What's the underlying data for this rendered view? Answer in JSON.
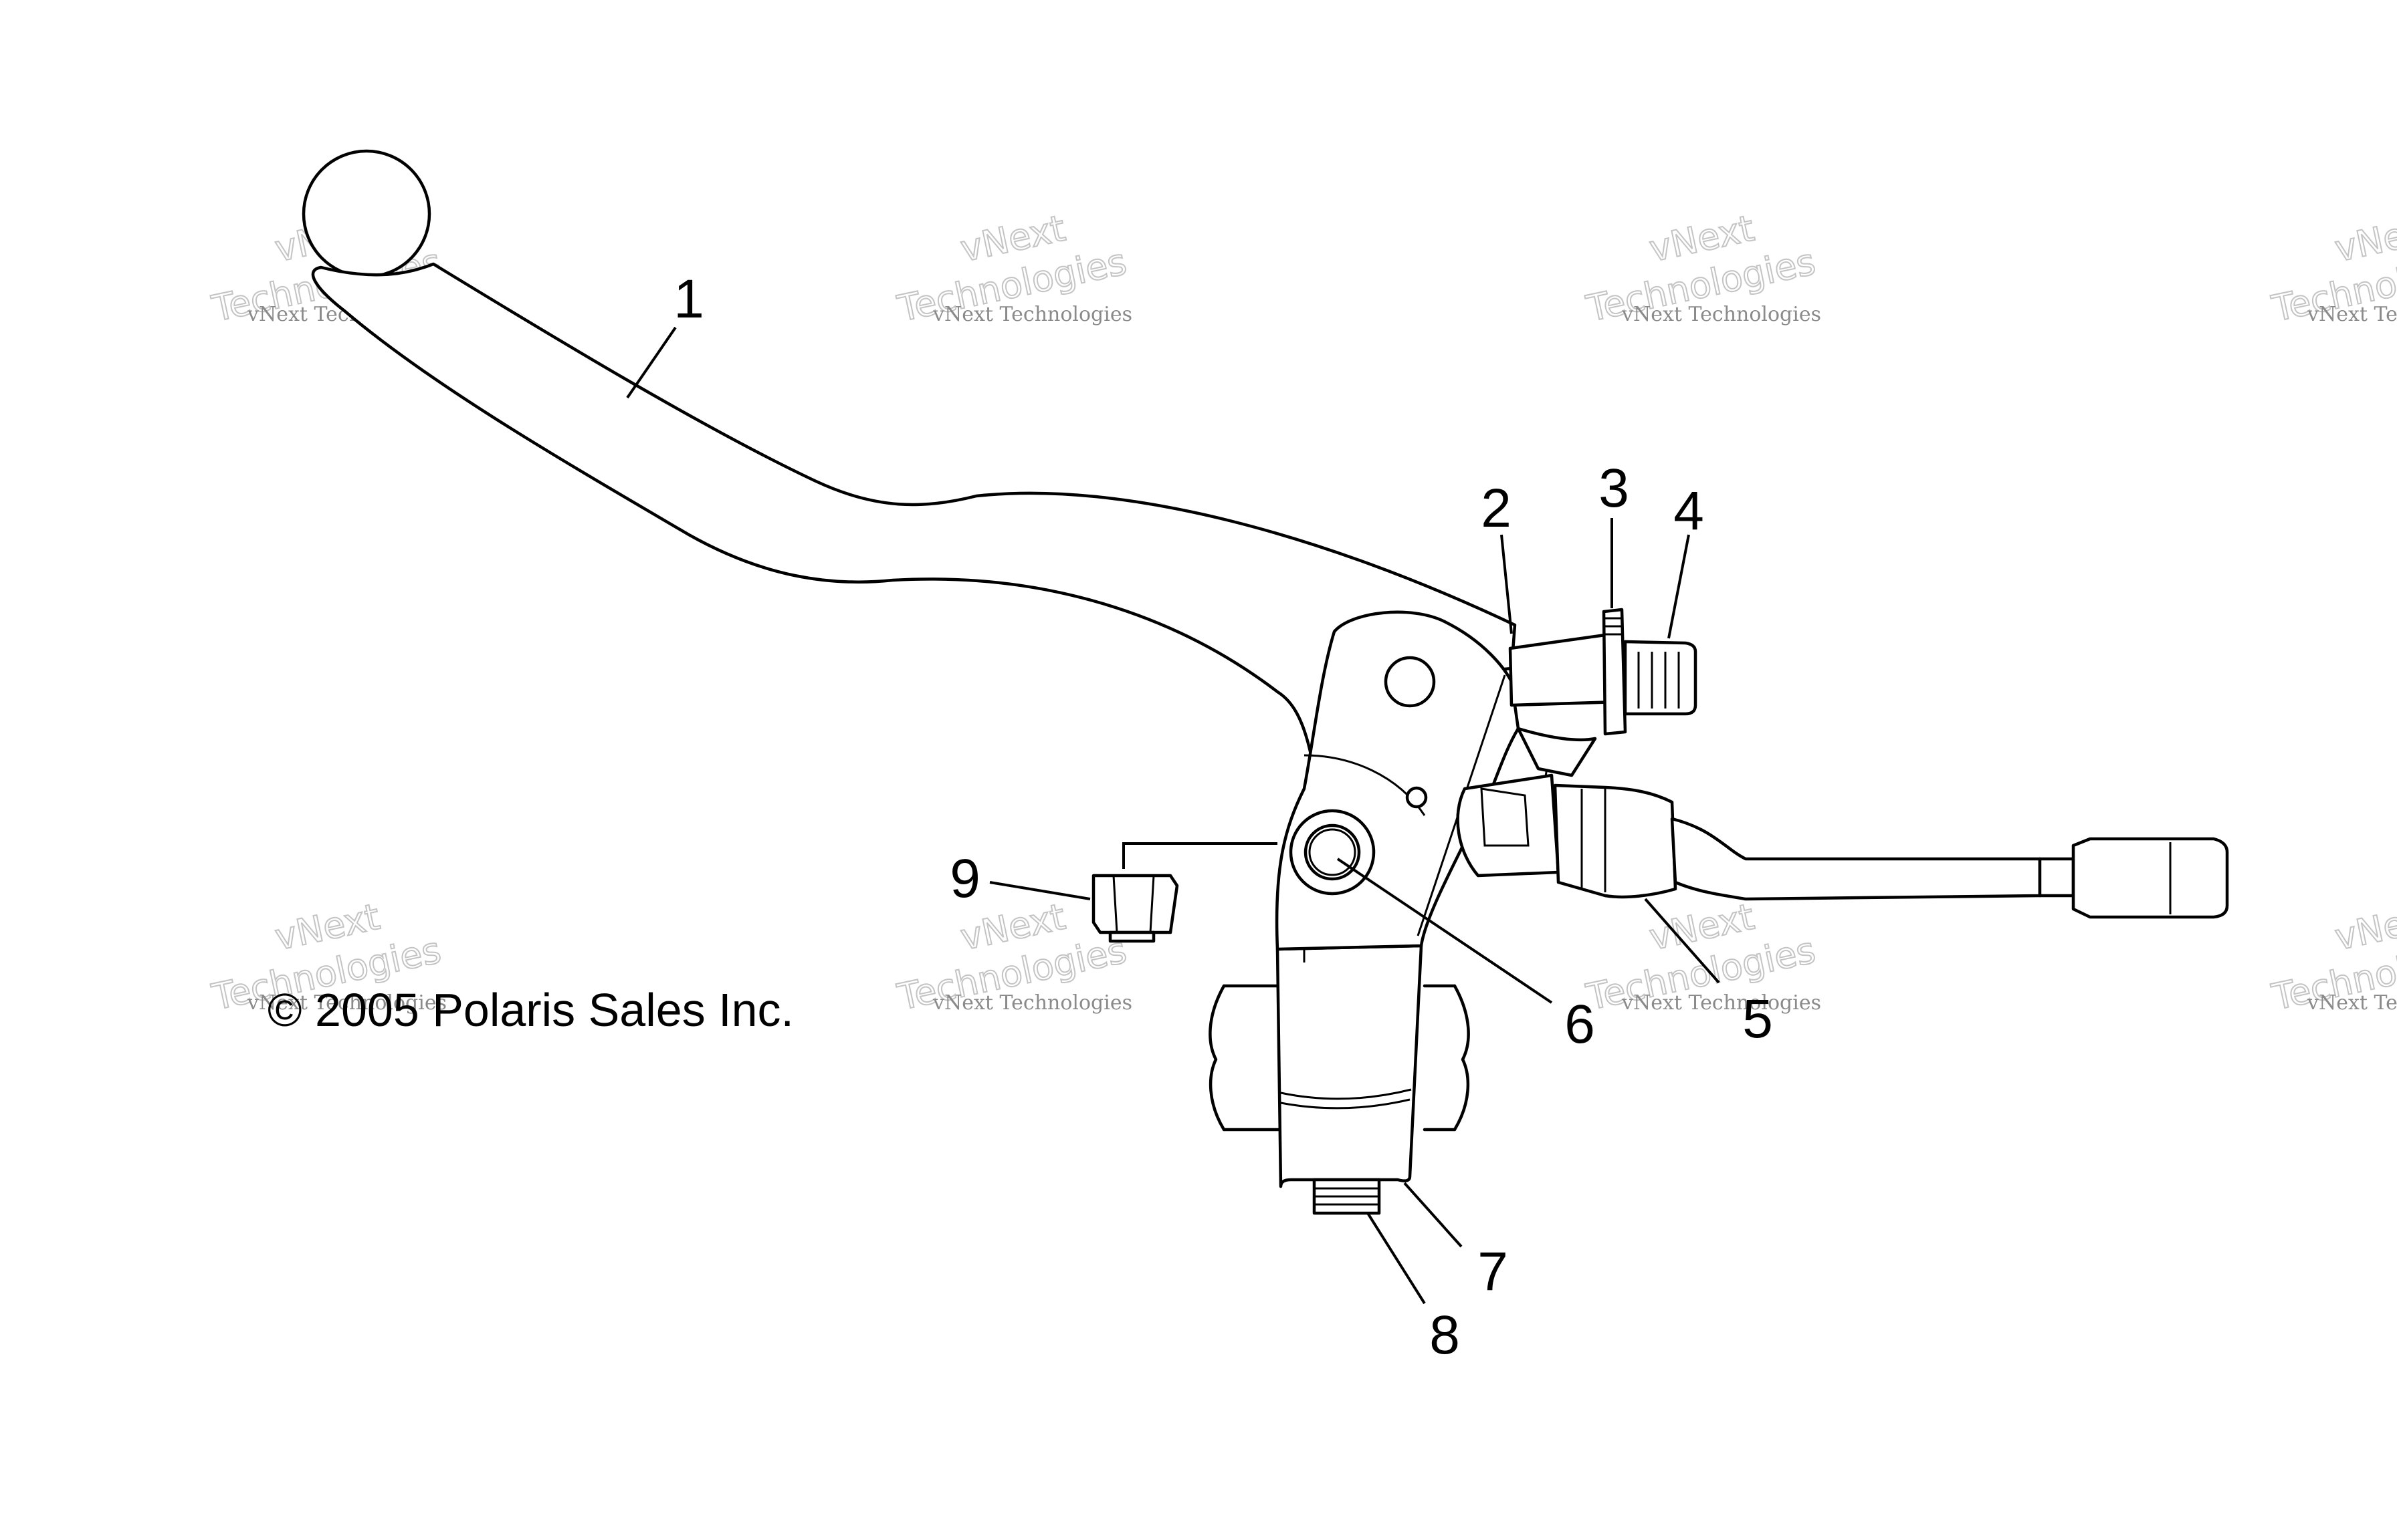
{
  "diagram": {
    "callouts": [
      {
        "id": "1",
        "label": "1"
      },
      {
        "id": "2",
        "label": "2"
      },
      {
        "id": "3",
        "label": "3"
      },
      {
        "id": "4",
        "label": "4"
      },
      {
        "id": "5",
        "label": "5"
      },
      {
        "id": "6",
        "label": "6"
      },
      {
        "id": "7",
        "label": "7"
      },
      {
        "id": "8",
        "label": "8"
      },
      {
        "id": "9",
        "label": "9"
      }
    ],
    "copyright": "© 2005 Polaris Sales Inc.",
    "watermark": {
      "small_text": "vNext Technologies",
      "big_line1": "vNext",
      "big_line2": "Technologies"
    }
  }
}
